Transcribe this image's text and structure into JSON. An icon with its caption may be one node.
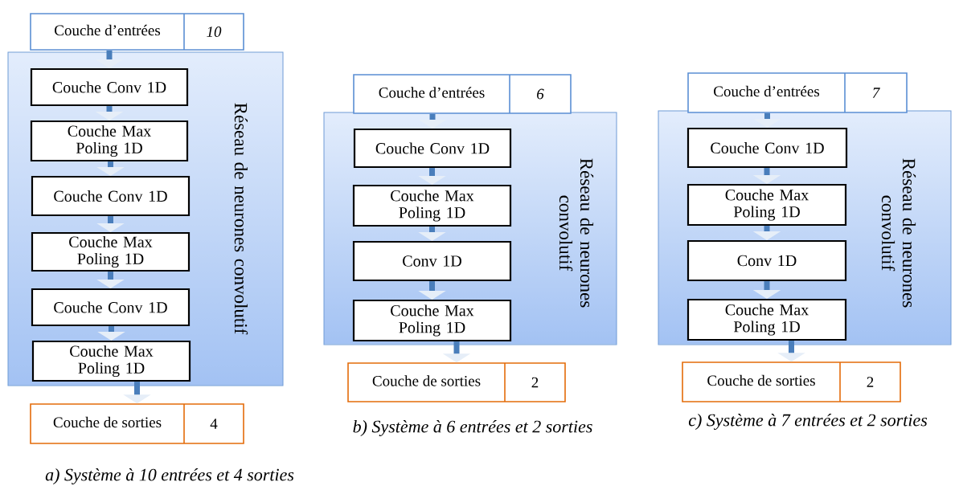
{
  "diagram": {
    "nodes": [
      {
        "text": [
          "Couche d’entrées",
          "10"
        ]
      },
      {
        "text": [
          "Réseau de neurones convolutif"
        ]
      },
      {
        "text": [
          "Couche Conv 1D"
        ],
        "in": 1
      },
      {
        "text": [
          "Couche Max Poling 1D"
        ],
        "in": 1
      },
      {
        "text": [
          "Couche Conv 1D"
        ],
        "in": 1
      },
      {
        "text": [
          "Couche Max Poling 1D"
        ],
        "in": 1
      },
      {
        "text": [
          "Couche Conv 1D"
        ],
        "in": 1
      },
      {
        "text": [
          "Couche Max Poling 1D"
        ],
        "in": 1
      },
      {
        "text": [
          "Couche de sorties",
          "4"
        ]
      },
      {
        "text": [
          "Couche d’entrées",
          "6"
        ]
      },
      {
        "text": [
          "Réseau de neurones convolutif"
        ]
      },
      {
        "text": [
          "Couche Conv 1D"
        ],
        "in": 10
      },
      {
        "text": [
          "Couche Max Poling 1D"
        ],
        "in": 10
      },
      {
        "text": [
          "Conv 1D"
        ],
        "in": 10
      },
      {
        "text": [
          "Couche Max Poling 1D"
        ],
        "in": 10
      },
      {
        "text": [
          "Couche de sorties",
          "2"
        ]
      },
      {
        "text": [
          "Couche d’entrées",
          "7"
        ]
      },
      {
        "text": [
          "Réseau de neurones convolutif"
        ]
      },
      {
        "text": [
          "Couche Conv 1D"
        ],
        "in": 17
      },
      {
        "text": [
          "Couche Max Poling 1D"
        ],
        "in": 17
      },
      {
        "text": [
          "Conv 1D"
        ],
        "in": 17
      },
      {
        "text": [
          "Couche Max Poling 1D"
        ],
        "in": 17
      },
      {
        "text": [
          "Couche de sorties",
          "2"
        ]
      }
    ],
    "edges": [
      {
        "from": 0,
        "to": 2,
        "arrow": "to"
      },
      {
        "from": 2,
        "to": 3,
        "arrow": "to"
      },
      {
        "from": 3,
        "to": 4,
        "arrow": "to"
      },
      {
        "from": 4,
        "to": 5,
        "arrow": "to"
      },
      {
        "from": 5,
        "to": 6,
        "arrow": "to"
      },
      {
        "from": 6,
        "to": 7,
        "arrow": "to"
      },
      {
        "from": 7,
        "to": 8,
        "arrow": "to"
      },
      {
        "from": 9,
        "to": 11,
        "arrow": "to"
      },
      {
        "from": 11,
        "to": 12,
        "arrow": "to"
      },
      {
        "from": 12,
        "to": 13,
        "arrow": "to"
      },
      {
        "from": 13,
        "to": 14,
        "arrow": "to"
      },
      {
        "from": 14,
        "to": 15,
        "arrow": "to"
      },
      {
        "from": 16,
        "to": 18,
        "arrow": "to"
      },
      {
        "from": 18,
        "to": 19,
        "arrow": "to"
      },
      {
        "from": 19,
        "to": 20,
        "arrow": "to"
      },
      {
        "from": 20,
        "to": 21,
        "arrow": "to"
      },
      {
        "from": 21,
        "to": 22,
        "arrow": "to"
      }
    ],
    "labels": [
      "b) Système à 6 entrées et 2 sorties",
      "c) Système à 7 entrées et 2 sorties",
      "a) Système à 10 entrées et 4 sorties"
    ]
  }
}
